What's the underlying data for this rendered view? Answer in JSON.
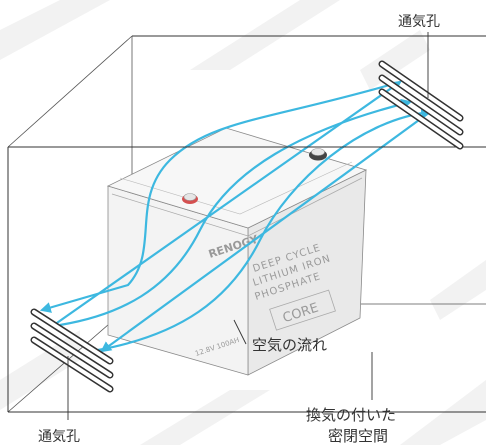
{
  "labels": {
    "vent_top": "通気孔",
    "vent_bottom": "通気孔",
    "airflow": "空気の流れ",
    "enclosure_line1": "換気の付いた",
    "enclosure_line2": "密閉空間"
  },
  "battery": {
    "brand": "RENOGY",
    "line1": "DEEP CYCLE",
    "line2": "LITHIUM IRON",
    "line3": "PHOSPHATE",
    "model": "CORE",
    "rating": "12.8V 100AH"
  },
  "colors": {
    "airflow": "#3db8e0",
    "outline": "#333333",
    "watermark": "#f1f1f1",
    "battery_fill": "#f4f4f4"
  }
}
